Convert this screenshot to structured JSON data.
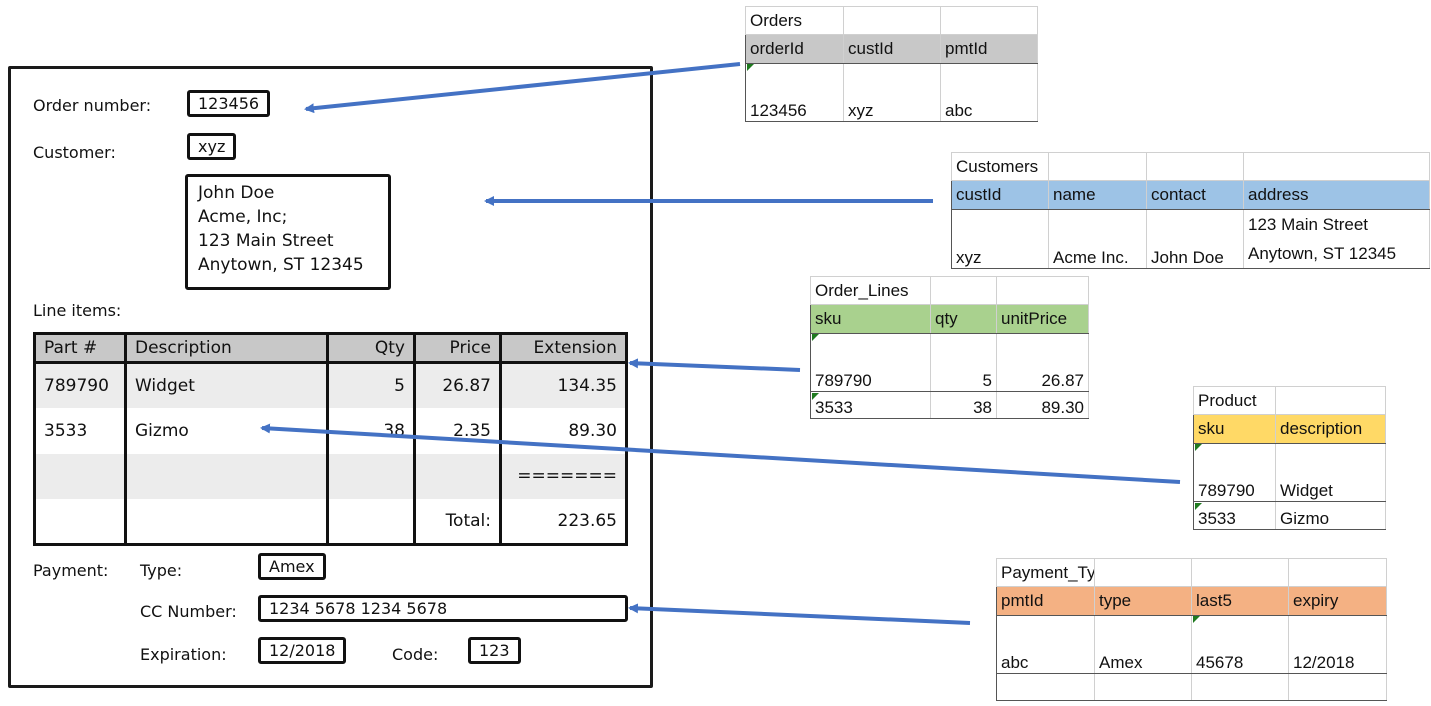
{
  "form": {
    "order_number_label": "Order number:",
    "order_number": "123456",
    "customer_label": "Customer:",
    "customer_id": "xyz",
    "address_lines": [
      "John Doe",
      "Acme, Inc;",
      "123 Main Street",
      "Anytown, ST 12345"
    ],
    "line_items_label": "Line items:",
    "line_items": {
      "headers": [
        "Part #",
        "Description",
        "Qty",
        "Price",
        "Extension"
      ],
      "rows": [
        [
          "789790",
          "Widget",
          "5",
          "26.87",
          "134.35"
        ],
        [
          "3533",
          "Gizmo",
          "38",
          "2.35",
          "89.30"
        ],
        [
          "",
          "",
          "",
          "",
          "======="
        ],
        [
          "",
          "",
          "",
          "Total:",
          "223.65"
        ]
      ]
    },
    "payment_label": "Payment:",
    "type_label": "Type:",
    "type_value": "Amex",
    "cc_label": "CC Number:",
    "cc_value": "1234 5678 1234 5678",
    "expiration_label": "Expiration:",
    "expiration_value": "12/2018",
    "code_label": "Code:",
    "code_value": "123"
  },
  "sheets": {
    "orders": {
      "title": "Orders",
      "header_color": "#c8c8c8",
      "headers": [
        "orderId",
        "custId",
        "pmtId"
      ],
      "row": [
        "123456",
        "xyz",
        "abc"
      ]
    },
    "customers": {
      "title": "Customers",
      "header_color": "#9dc3e6",
      "headers": [
        "custId",
        "name",
        "contact",
        "address"
      ],
      "row": [
        "xyz",
        "Acme Inc.",
        "John Doe",
        "123 Main Street",
        "Anytown, ST 12345"
      ]
    },
    "order_lines": {
      "title": "Order_Lines",
      "header_color": "#a9d18e",
      "headers": [
        "sku",
        "qty",
        "unitPrice"
      ],
      "rows": [
        [
          "789790",
          "5",
          "26.87"
        ],
        [
          "3533",
          "38",
          "89.30"
        ]
      ]
    },
    "product": {
      "title": "Product",
      "header_color": "#ffd966",
      "headers": [
        "sku",
        "description"
      ],
      "rows": [
        [
          "789790",
          "Widget"
        ],
        [
          "3533",
          "Gizmo"
        ]
      ]
    },
    "payment_types": {
      "title": "Payment_Types",
      "header_color": "#f4b183",
      "headers": [
        "pmtId",
        "type",
        "last5",
        "expiry"
      ],
      "row": [
        "abc",
        "Amex",
        "45678",
        "12/2018"
      ]
    }
  },
  "arrow_color": "#4472c4"
}
